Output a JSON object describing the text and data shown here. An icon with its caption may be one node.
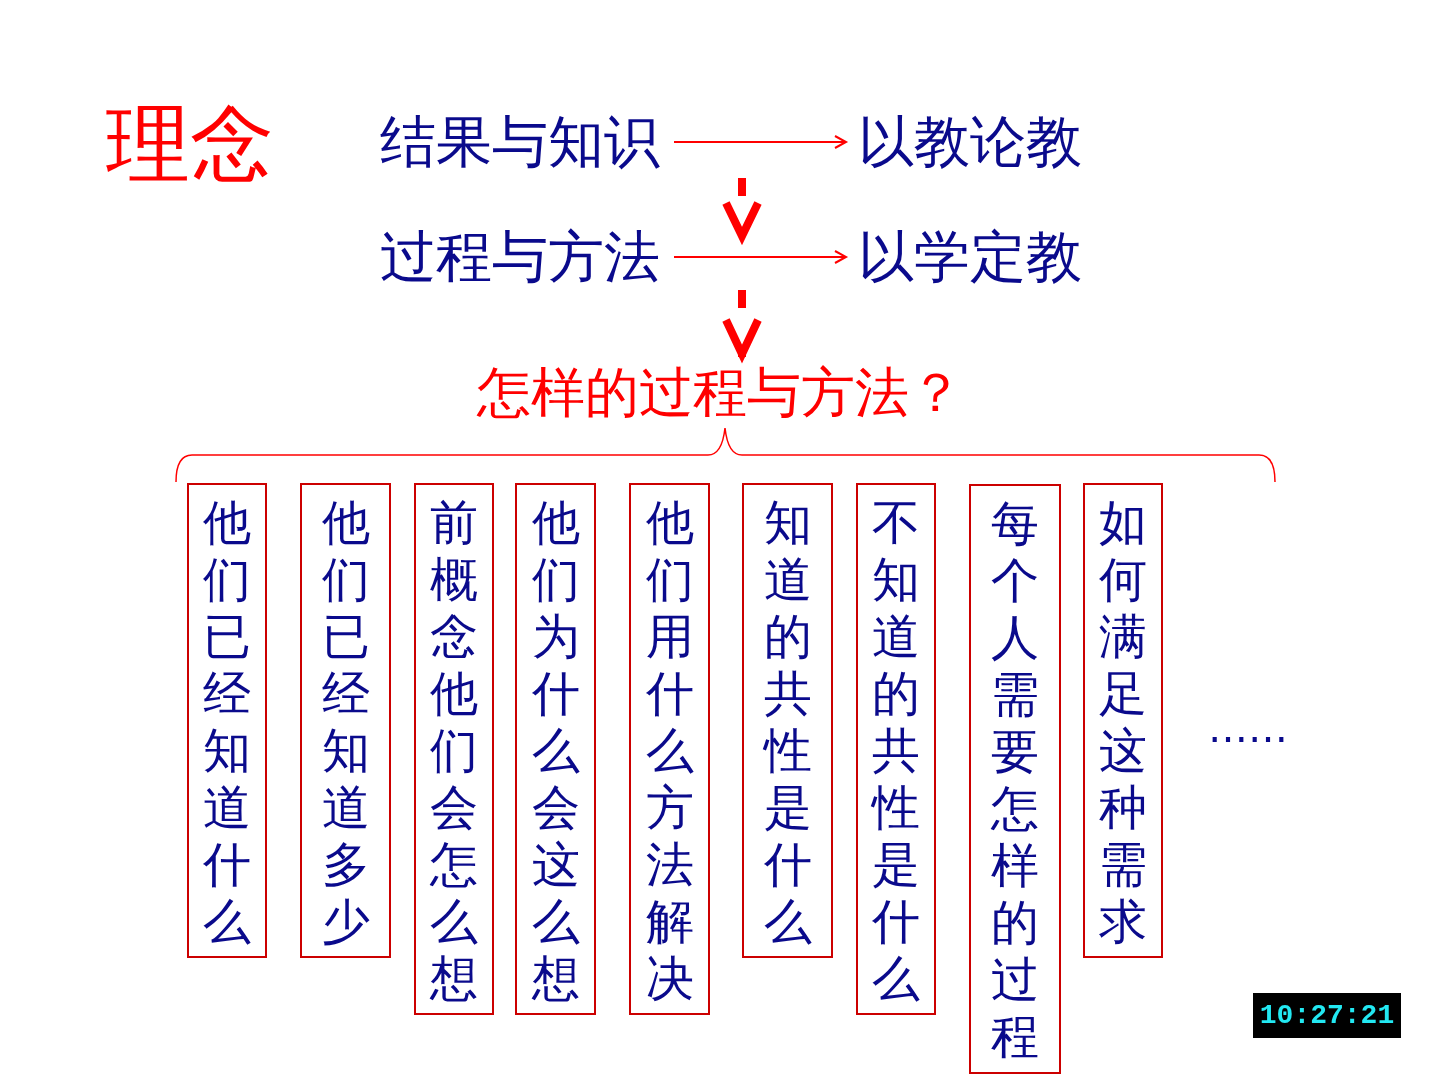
{
  "diagram": {
    "title": "理念",
    "nodes": [
      {
        "text": [
          "结果与知识"
        ]
      },
      {
        "text": [
          "以教论教"
        ]
      },
      {
        "text": [
          "过程与方法"
        ]
      },
      {
        "text": [
          "以学定教"
        ]
      },
      {
        "text": [
          "怎样的过程与方法？"
        ]
      },
      {
        "text": [
          "他们已经知道什么"
        ]
      },
      {
        "text": [
          "他们已经知道多少"
        ]
      },
      {
        "text": [
          "前概念他们会怎么想"
        ]
      },
      {
        "text": [
          "他们为什么会这么想"
        ]
      },
      {
        "text": [
          "他们用什么方法解决"
        ]
      },
      {
        "text": [
          "知道的共性是什么"
        ]
      },
      {
        "text": [
          "不知道的共性是什么"
        ]
      },
      {
        "text": [
          "每个人需要怎样的过程"
        ]
      },
      {
        "text": [
          "如何满足这种需求"
        ]
      }
    ],
    "edges": [
      {
        "from": 0,
        "to": 1,
        "arrow": "to"
      },
      {
        "from": 2,
        "to": 3,
        "arrow": "to"
      },
      {
        "from": null,
        "to": 4,
        "arrow": "to",
        "style": "thick"
      }
    ],
    "labels": [
      "……",
      "10:27:21"
    ]
  }
}
